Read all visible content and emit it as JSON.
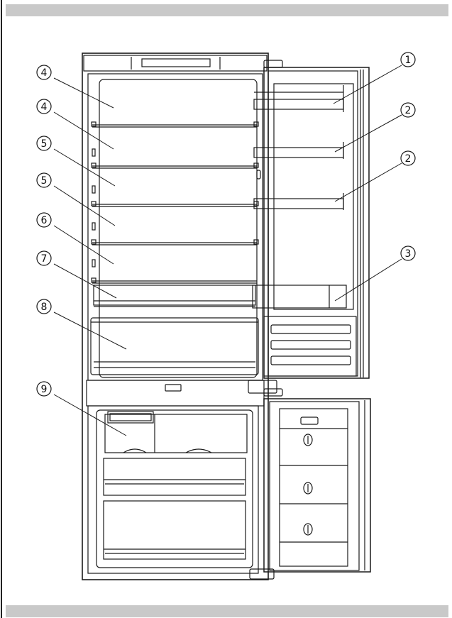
{
  "callouts": [
    "1",
    "2",
    "2",
    "3",
    "4",
    "4",
    "5",
    "5",
    "6",
    "7",
    "8",
    "9"
  ],
  "colors": {
    "line": "#1a1a1a",
    "header_bar": "#c9c9c9",
    "background": "#ffffff"
  },
  "icons": [
    "door-hinge-icon",
    "temperature-display-icon",
    "drawer-handle-icon"
  ]
}
